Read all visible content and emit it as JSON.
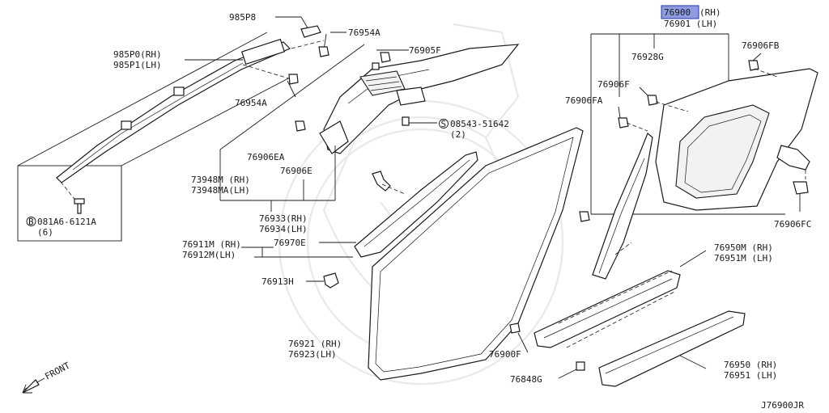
{
  "diagram_code": "J76900JR",
  "front_label": "FRONT",
  "labels": {
    "p985P8": "985P8",
    "p76954A_top": "76954A",
    "p76905F": "76905F",
    "p985P0": "985P0(RH)",
    "p985P1": "985P1(LH)",
    "p76954A_mid": "76954A",
    "p081A6": "081A6-6121A",
    "p081A6_qty": "(6)",
    "p08543": "08543-51642",
    "p08543_qty": "(2)",
    "p76906EA": "76906EA",
    "p76906E": "76906E",
    "p73948M": "73948M (RH)",
    "p73948MA": "73948MA(LH)",
    "p76933": "76933(RH)",
    "p76934": "76934(LH)",
    "p76911M": "76911M (RH)",
    "p76912M": "76912M(LH)",
    "p76970E": "76970E",
    "p76913H": "76913H",
    "p76921": "76921 (RH)",
    "p76923": "76923(LH)",
    "p76900F": "76900F",
    "p76848G": "76848G",
    "p76900_sel": "76900",
    "p76900_rh": "(RH)",
    "p76901": "76901 (LH)",
    "p76928G": "76928G",
    "p76906FB": "76906FB",
    "p76906F": "76906F",
    "p76906FA": "76906FA",
    "p76906FC": "76906FC",
    "p76950M": "76950M (RH)",
    "p76951M": "76951M (LH)",
    "p76950": "76950 (RH)",
    "p76951": "76951 (LH)"
  },
  "icons": {
    "circled_b": "B",
    "circled_s": "S"
  },
  "colors": {
    "highlight_fill": "#8f9be0",
    "highlight_stroke": "#2b3aa8",
    "line": "#1a1a1a"
  }
}
